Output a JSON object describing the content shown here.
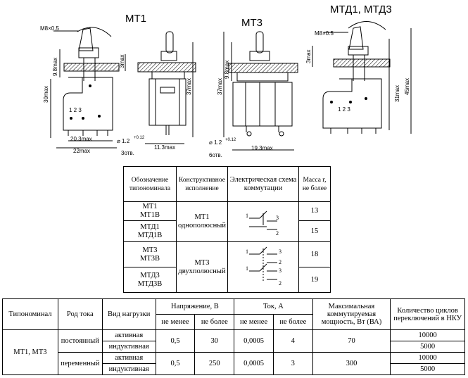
{
  "headers": {
    "mt1": "МТ1",
    "mt3": "МТ3",
    "mtd": "МТД1, МТД3"
  },
  "labels": {
    "thread_a": "M8×0.5",
    "thread_b": "M8×0.5",
    "d98a": "9.8max",
    "d98b": "9.8max",
    "d3a": "3max",
    "d3b": "3max",
    "d30": "30max",
    "d37a": "37max",
    "d37b": "37max",
    "d31": "31max",
    "d45": "45max",
    "d203": "20.3max",
    "d22": "22max",
    "d113": "11.3max",
    "d193": "19.3max",
    "hole_a": "⌀ 1.2",
    "hole_a_tol": "+0.12",
    "hole_b": "⌀ 1.2",
    "hole_b_tol": "+0.12",
    "holes3": "3отв.",
    "holes6": "6отв.",
    "pins_mt1": "1  2  3",
    "pins_mtd": "1  2  3"
  },
  "table1": {
    "headers": [
      "Обозначение типономинала",
      "Конструктивное исполнение",
      "Электрическая схема коммутации",
      "Масса г, не более"
    ],
    "rows": [
      {
        "name": "МТ1\nМТ1В",
        "mass": "13"
      },
      {
        "name": "МТД1\nМТД1В",
        "mass": "15"
      },
      {
        "name": "МТ3\nМТ3В",
        "mass": "18"
      },
      {
        "name": "МТД3\nМТД3В",
        "mass": "19"
      }
    ],
    "group1": "МТ1\nоднополюсный",
    "group2": "МТ3\nдвухполюсный",
    "schema1": {
      "p1": "1",
      "p2": "2",
      "p3": "3"
    },
    "schema2": {
      "p1a": "1",
      "p2a": "2",
      "p3a": "3",
      "p1b": "1",
      "p2b": "2",
      "p3b": "3"
    }
  },
  "table2": {
    "headers": {
      "type": "Типономинал",
      "current_kind": "Род тока",
      "load": "Вид нагрузки",
      "voltage": "Напряжение, В",
      "current": "Ток, А",
      "power": "Максимальная коммутируемая мощность, Вт (ВА)",
      "cycles": "Количество циклов переключений в НКУ",
      "min": "не менее",
      "max": "не более"
    },
    "type_value": "МТ1, МТ3",
    "rows": [
      {
        "current_kind": "постоянный",
        "v_min": "0,5",
        "v_max": "30",
        "i_min": "0,0005",
        "i_max": "4",
        "power": "70"
      },
      {
        "current_kind": "переменный",
        "v_min": "0,5",
        "v_max": "250",
        "i_min": "0,0005",
        "i_max": "3",
        "power": "300"
      }
    ],
    "loads": [
      "активная",
      "индуктивная",
      "активная",
      "индуктивная"
    ],
    "cycles": [
      "10000",
      "5000",
      "10000",
      "5000"
    ]
  }
}
